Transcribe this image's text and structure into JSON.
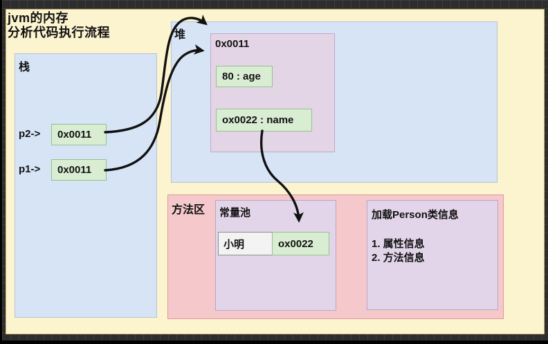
{
  "title": {
    "line1": "jvm的内存",
    "line2": "分析代码执行流程"
  },
  "stack": {
    "label": "栈",
    "vars": [
      {
        "name": "p2->",
        "value": "0x0011"
      },
      {
        "name": "p1->",
        "value": "0x0011"
      }
    ]
  },
  "heap": {
    "label": "堆",
    "object": {
      "address": "0x0011",
      "fields": [
        "80 : age",
        "ox0022 : name"
      ]
    }
  },
  "method_area": {
    "label": "方法区",
    "constant_pool": {
      "label": "常量池",
      "entry": {
        "value": "小明",
        "address": "ox0022"
      }
    },
    "class_info": {
      "title": "加载Person类信息",
      "items": [
        "1. 属性信息",
        "2. 方法信息"
      ]
    }
  },
  "arrows": [
    {
      "name": "p2-to-heap-object"
    },
    {
      "name": "p1-to-heap-object"
    },
    {
      "name": "name-field-to-constant-pool"
    }
  ],
  "colors": {
    "canvas_bg": "#2d2d2d",
    "grid_line": "#3e3e3e",
    "page_bg": "#fcf3cf",
    "region_blue": "#d7e4f5",
    "region_pink": "#f5c9cb",
    "box_purple": "#e4d5e6",
    "value_green": "#d9edd3",
    "value_white": "#f3f3f3",
    "arrow": "#111111"
  }
}
